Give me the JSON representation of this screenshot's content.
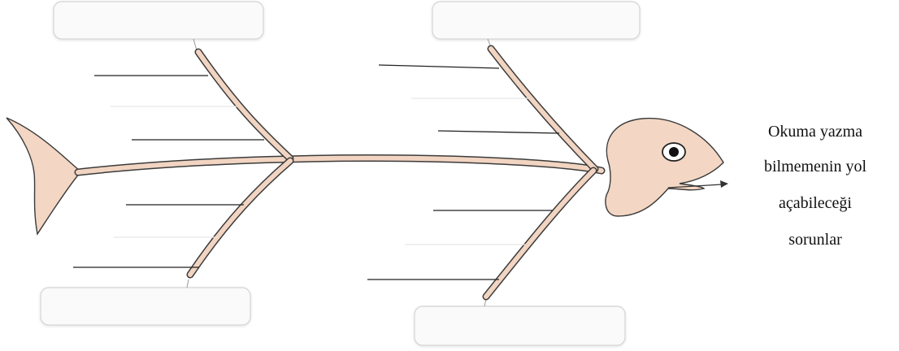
{
  "problem": {
    "lines": [
      "Okuma yazma",
      "bilmemenin yol",
      "açabileceği",
      "sorunlar"
    ]
  },
  "categories": [
    {
      "label": ""
    },
    {
      "label": ""
    },
    {
      "label": ""
    },
    {
      "label": ""
    }
  ],
  "colors": {
    "fish_fill": "#f3d6c3",
    "outline": "#3b3b3b",
    "box_border": "#d4d4d4",
    "box_fill": "#fafafa"
  }
}
